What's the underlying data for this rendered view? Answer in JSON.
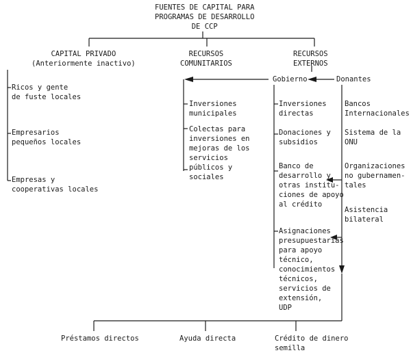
{
  "title": [
    "FUENTES DE CAPITAL PARA",
    "PROGRAMAS DE DESARROLLO",
    "DE CCP"
  ],
  "private": {
    "heading": [
      "CAPITAL PRIVADO",
      "(Anteriormente inactivo)"
    ],
    "items": [
      [
        "Ricos y gente",
        "de fuste locales"
      ],
      [
        "Empresarios",
        "pequeños locales"
      ],
      [
        "Empresas y",
        "cooperativas locales"
      ]
    ]
  },
  "community": {
    "heading": [
      "RECURSOS",
      "COMUNITARIOS"
    ],
    "items": [
      [
        "Inversiones",
        "municipales"
      ],
      [
        "Colectas para",
        "inversiones en",
        "mejoras de los",
        "servicios",
        "públicos y",
        "sociales"
      ]
    ]
  },
  "external": {
    "heading": [
      "RECURSOS",
      "EXTERNOS"
    ],
    "gobierno": "Gobierno",
    "donantes": "Donantes",
    "gov_items": [
      [
        "Inversiones",
        "directas"
      ],
      [
        "Donaciones y",
        "subsidios"
      ],
      [
        "Banco de",
        "desarrollo y",
        "otras institu-",
        "ciones de apoyo",
        "al crédito"
      ],
      [
        "Asignaciones",
        "presupuestarias",
        "para apoyo",
        "técnico,",
        "conocimientos",
        "técnicos,",
        "servicios de",
        "extensión,",
        "UDP"
      ]
    ],
    "donor_items": [
      [
        "Bancos",
        "Internacionales"
      ],
      [
        "Sistema de la",
        "ONU"
      ],
      [
        "Organizaciones",
        "no gubernamen-",
        "tales"
      ],
      [
        "Asistencia",
        "bilateral"
      ]
    ]
  },
  "outputs": [
    [
      "Préstamos directos"
    ],
    [
      "Ayuda directa"
    ],
    [
      "Crédito de dinero",
      "semilla"
    ]
  ]
}
